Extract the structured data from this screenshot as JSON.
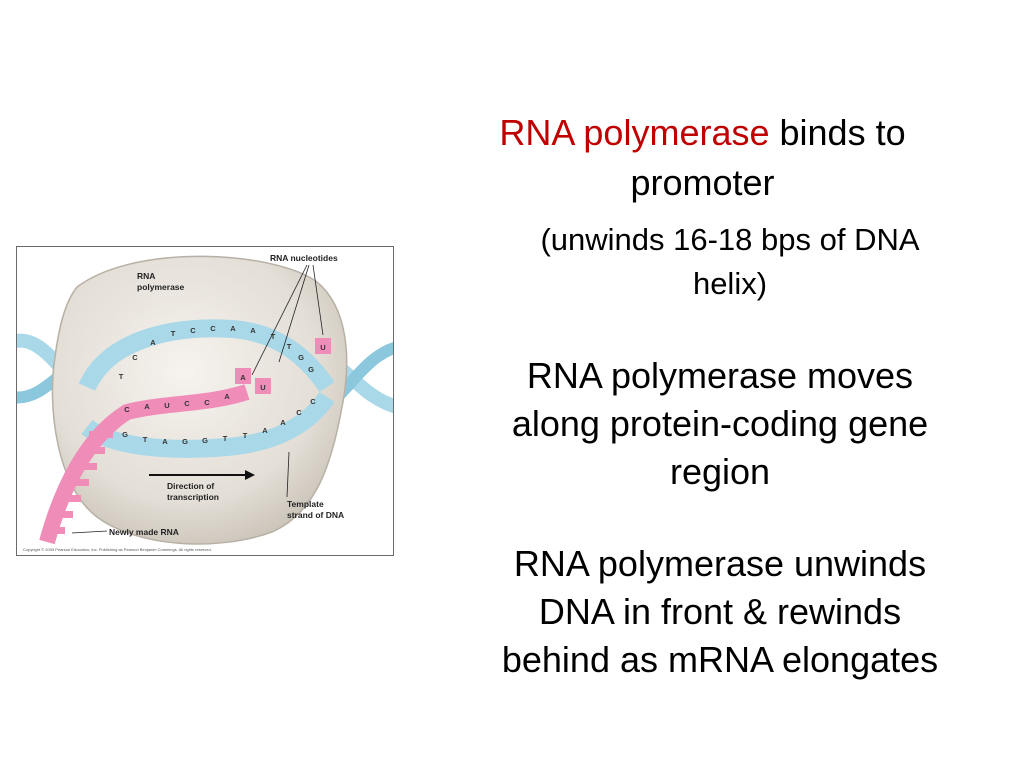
{
  "slide": {
    "bullets": [
      {
        "highlight": "RNA polymerase",
        "line1_rest": " binds to",
        "line2": "promoter"
      },
      {
        "line1": "(unwinds 16-18 bps of DNA",
        "line2": "helix)"
      },
      {
        "line1": "RNA polymerase moves",
        "line2": "along protein-coding gene",
        "line3": "region"
      },
      {
        "line1": "RNA polymerase unwinds",
        "line2": "DNA in front & rewinds",
        "line3": "behind as mRNA elongates"
      }
    ],
    "highlight_color": "#c00000"
  },
  "figure": {
    "labels": {
      "rna_polymerase_1": "RNA",
      "rna_polymerase_2": "polymerase",
      "rna_nucleotides": "RNA nucleotides",
      "direction_1": "Direction of",
      "direction_2": "transcription",
      "template_1": "Template",
      "template_2": "strand of DNA",
      "newly_made_rna": "Newly made RNA",
      "copyright": "Copyright © 2005 Pearson Education, Inc. Publishing as Pearson Benjamin Cummings. All rights reserved."
    },
    "top_strand_bases": [
      "T",
      "C",
      "A",
      "T",
      "C",
      "C",
      "A",
      "A",
      "T",
      "T",
      "G",
      "G"
    ],
    "rna_bases": [
      "C",
      "A",
      "U",
      "C",
      "C",
      "A"
    ],
    "template_bases": [
      "G",
      "T",
      "A",
      "G",
      "G",
      "T",
      "T",
      "A",
      "A",
      "C",
      "C"
    ],
    "free_nucleotides": [
      "A",
      "U",
      "U"
    ],
    "colors": {
      "dna": "#a9d8e8",
      "rna": "#f08cb8",
      "polymerase": "#e7e3dc"
    }
  }
}
